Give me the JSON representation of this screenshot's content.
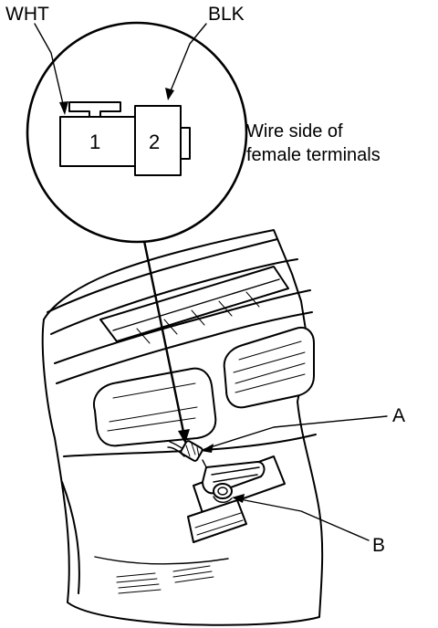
{
  "labels": {
    "wire_white": "WHT",
    "wire_black": "BLK",
    "terminal_1": "1",
    "terminal_2": "2",
    "note_line1": "Wire side of",
    "note_line2": "female terminals",
    "callout_a": "A",
    "callout_b": "B"
  }
}
